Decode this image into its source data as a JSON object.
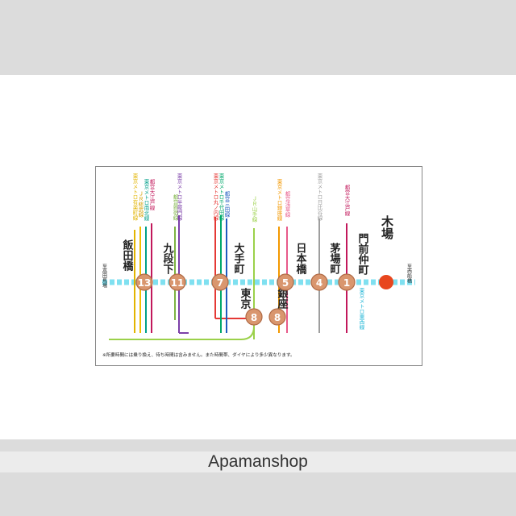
{
  "brand": {
    "name": "Apamanshop"
  },
  "route_map": {
    "note": "※所要時間には乗り換え、待ち時間は含みません。また時間帯、ダイヤにより多少異なります。",
    "end_west": "至高田馬場",
    "end_east": "至西船橋",
    "main_line_color": "#7fe0f0",
    "destination": {
      "name": "木場",
      "color": "#e8461e"
    },
    "stations": [
      {
        "name": "飯田橋",
        "minutes": "13"
      },
      {
        "name": "九段下",
        "minutes": "11"
      },
      {
        "name": "大手町",
        "minutes": "7"
      },
      {
        "name": "東京",
        "minutes": "8"
      },
      {
        "name": "銀座",
        "minutes": "8"
      },
      {
        "name": "日本橋",
        "minutes": "5"
      },
      {
        "name": "茅場町",
        "minutes": "4"
      },
      {
        "name": "門前仲町",
        "minutes": "1"
      }
    ],
    "lines": [
      {
        "name": "東京メトロ有楽町線",
        "color": "#e2b400"
      },
      {
        "name": "ＪＲ総武線",
        "color": "#f0c000"
      },
      {
        "name": "東京メトロ南北線",
        "color": "#00a08a"
      },
      {
        "name": "都営大江戸線",
        "color": "#c2185b"
      },
      {
        "name": "都営新宿線",
        "color": "#7cb342"
      },
      {
        "name": "東京メトロ半蔵門線",
        "color": "#7b3fa8"
      },
      {
        "name": "東京メトロ丸ノ内線",
        "color": "#e53935"
      },
      {
        "name": "東京メトロ千代田線",
        "color": "#00a86b"
      },
      {
        "name": "都営三田線",
        "color": "#1e5bbf"
      },
      {
        "name": "ＪＲ山手線",
        "color": "#9bd14a"
      },
      {
        "name": "東京メトロ銀座線",
        "color": "#f39800"
      },
      {
        "name": "都営浅草線",
        "color": "#e85a8a"
      },
      {
        "name": "東京メトロ日比谷線",
        "color": "#9e9e9e"
      },
      {
        "name": "都営大江戸線",
        "color": "#c2185b"
      },
      {
        "name": "東京メトロ東西線",
        "color": "#1fb5d6"
      }
    ]
  }
}
